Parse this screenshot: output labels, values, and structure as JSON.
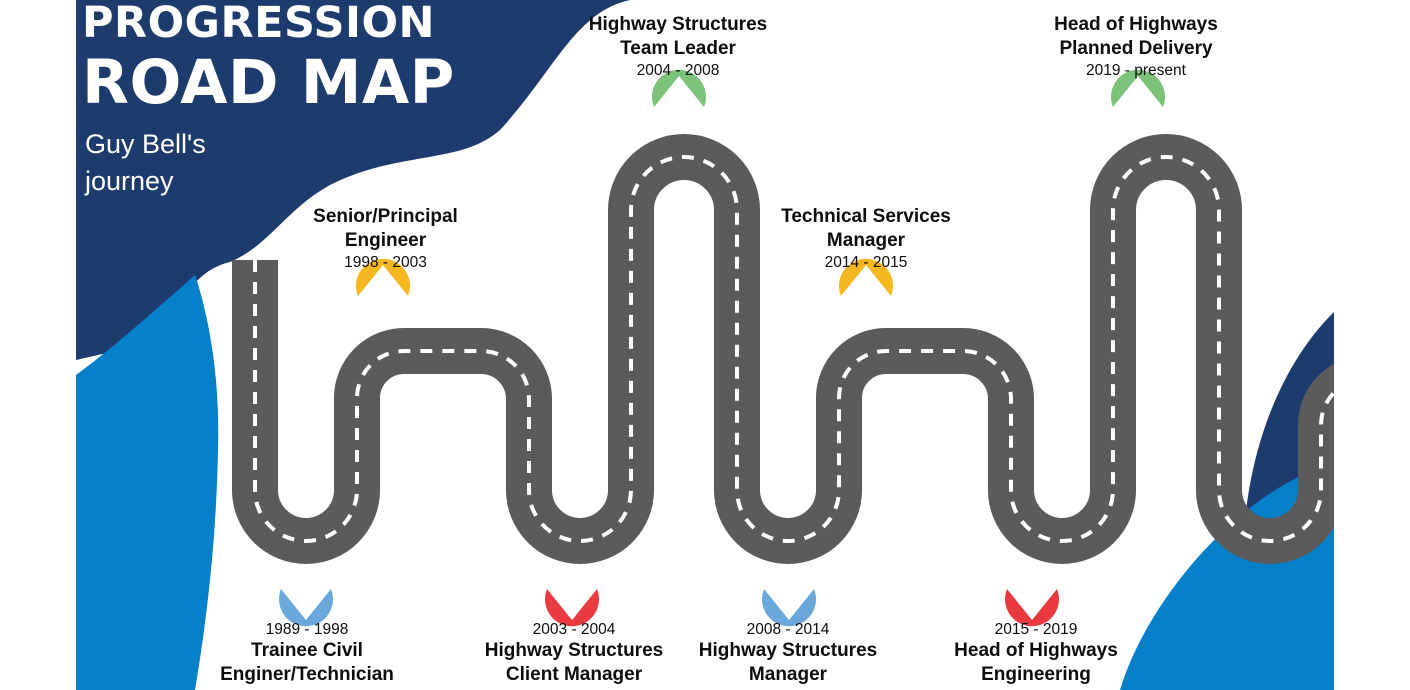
{
  "header": {
    "title_line1": "PROGRESSION",
    "title_line2": "ROAD MAP",
    "subtitle_line1": "Guy Bell's",
    "subtitle_line2": "journey"
  },
  "colors": {
    "navy": "#1d3b6d",
    "blue": "#0580c9",
    "road": "#5b5b5b",
    "lane_marking": "#ffffff",
    "pin_blue": "#6aa8dc",
    "pin_red": "#e93a40",
    "pin_yellow": "#f6b820",
    "pin_green": "#7cc279"
  },
  "milestones": [
    {
      "period": "1989 - 1998",
      "role_line1": "Trainee Civil",
      "role_line2": "Enginer/Technician",
      "pin_color": "blue"
    },
    {
      "period": "1998 - 2003",
      "role_line1": "Senior/Principal",
      "role_line2": "Engineer",
      "pin_color": "yellow"
    },
    {
      "period": "2003 - 2004",
      "role_line1": "Highway Structures",
      "role_line2": "Client Manager",
      "pin_color": "red"
    },
    {
      "period": "2004 - 2008",
      "role_line1": "Highway Structures",
      "role_line2": "Team Leader",
      "pin_color": "green"
    },
    {
      "period": "2008 - 2014",
      "role_line1": "Highway Structures",
      "role_line2": "Manager",
      "pin_color": "blue"
    },
    {
      "period": "2014 - 2015",
      "role_line1": "Technical Services",
      "role_line2": "Manager",
      "pin_color": "yellow"
    },
    {
      "period": "2015 - 2019",
      "role_line1": "Head of Highways",
      "role_line2": "Engineering",
      "pin_color": "red"
    },
    {
      "period": "2019 - present",
      "role_line1": "Head of Highways",
      "role_line2": "Planned Delivery",
      "pin_color": "green"
    }
  ]
}
